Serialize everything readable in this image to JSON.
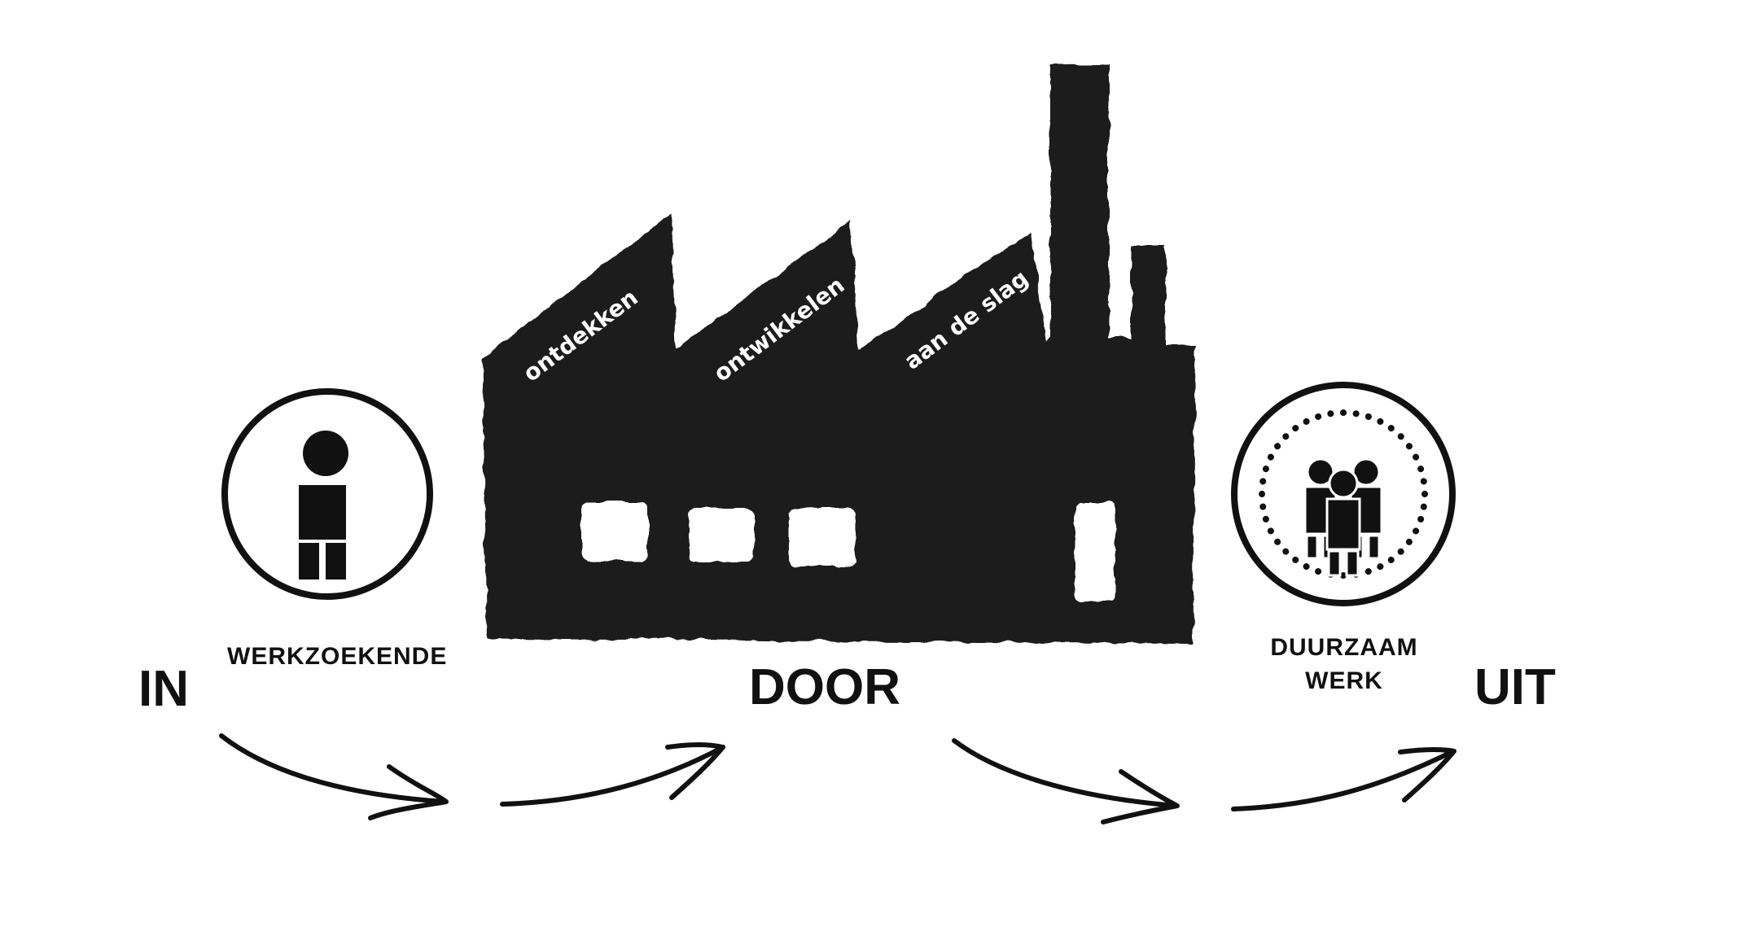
{
  "stages": {
    "in": "IN",
    "door": "DOOR",
    "uit": "UIT"
  },
  "captions": {
    "werkzoekende": "WERKZOEKENDE",
    "duurzaam_line1": "DUURZAAM",
    "duurzaam_line2": "WERK"
  },
  "factory": {
    "roof_labels": [
      "ontdekken",
      "ontwikkelen",
      "aan de slag"
    ]
  },
  "icons": {
    "single_person": "single-person-icon",
    "group": "group-of-people-icon",
    "factory": "factory-icon",
    "arrow": "curved-arrow-icon"
  },
  "colors": {
    "ink": "#111111",
    "factory": "#1f1f1f",
    "background": "#ffffff"
  }
}
